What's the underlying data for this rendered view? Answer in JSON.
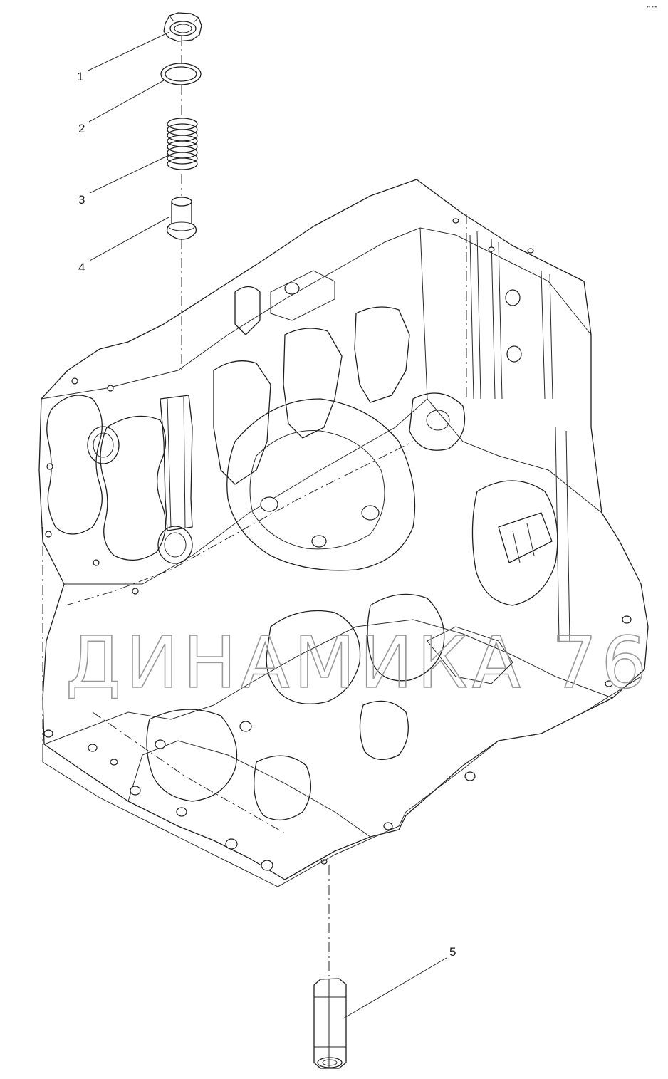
{
  "corner_mark": "•• •••",
  "watermark": "ДИНАМИКА 76",
  "callouts": [
    {
      "label": "1",
      "part": "cap"
    },
    {
      "label": "2",
      "part": "seal-ring"
    },
    {
      "label": "3",
      "part": "spring"
    },
    {
      "label": "4",
      "part": "piston-sleeve"
    },
    {
      "label": "5",
      "part": "threaded-insert"
    }
  ]
}
